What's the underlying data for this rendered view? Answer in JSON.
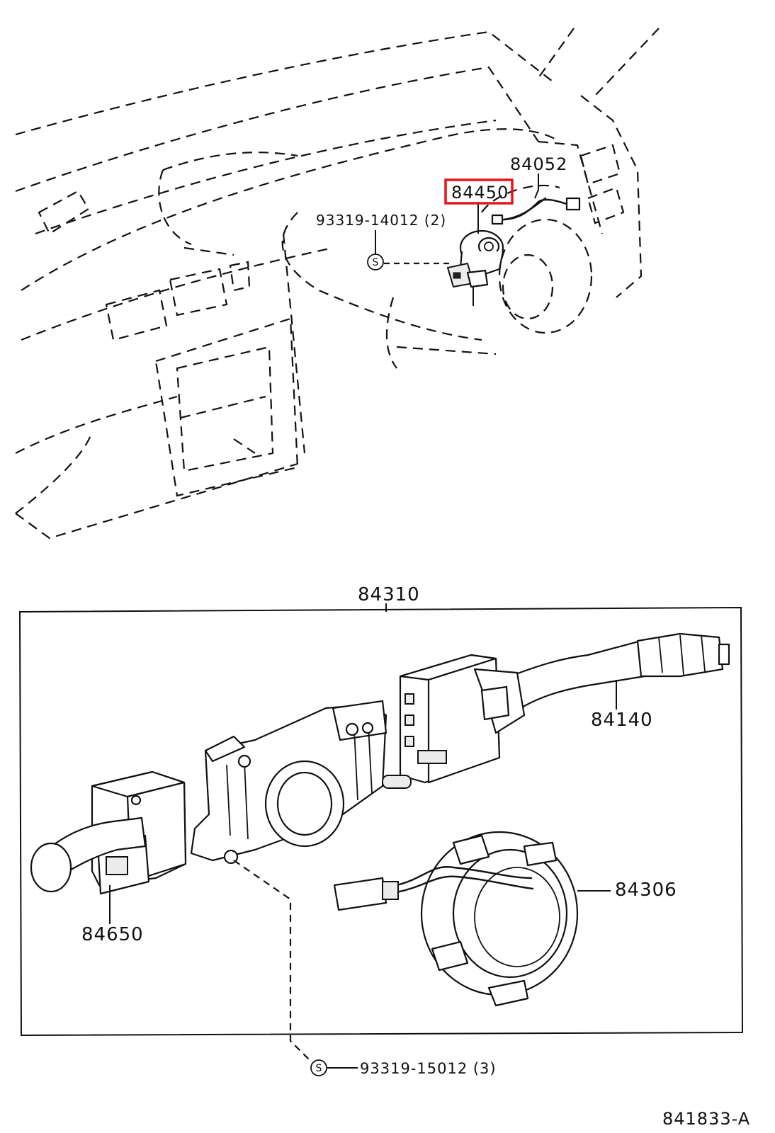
{
  "callouts": {
    "part_84052": "84052",
    "part_84450": "84450",
    "screw_upper": "93319-14012 (2)",
    "part_84310": "84310",
    "part_84140": "84140",
    "part_84306": "84306",
    "part_84650": "84650",
    "screw_lower": "93319-15012 (3)"
  },
  "symbols": {
    "screw_marker": "S"
  },
  "footer": {
    "figure_code": "841833-A"
  },
  "highlight": {
    "color": "#e8141b",
    "part": "84450"
  }
}
